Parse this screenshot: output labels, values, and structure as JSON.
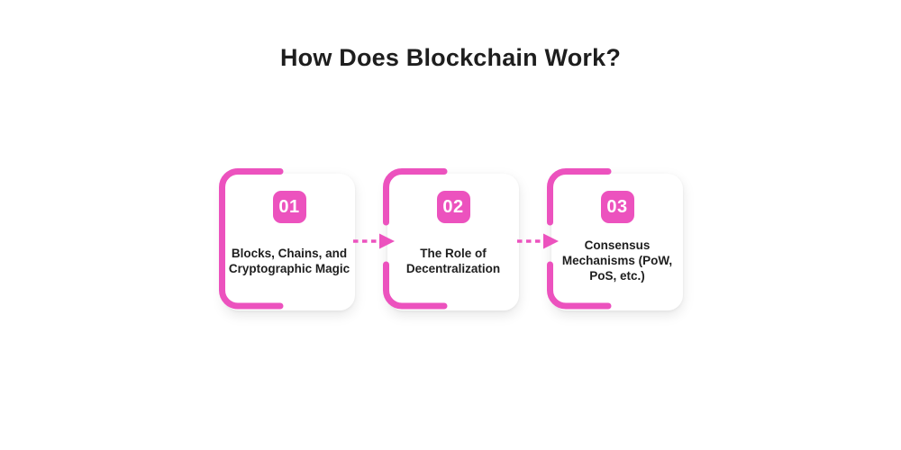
{
  "title": "How Does Blockchain Work?",
  "colors": {
    "accent": "#EC52BE",
    "text": "#1E1E1E",
    "card_bg": "#FFFFFF"
  },
  "steps": [
    {
      "number": "01",
      "label": "Blocks, Chains, and Cryptographic Magic"
    },
    {
      "number": "02",
      "label": "The Role of Decentralization"
    },
    {
      "number": "03",
      "label": "Consensus Mechanisms (PoW, PoS, etc.)"
    }
  ]
}
